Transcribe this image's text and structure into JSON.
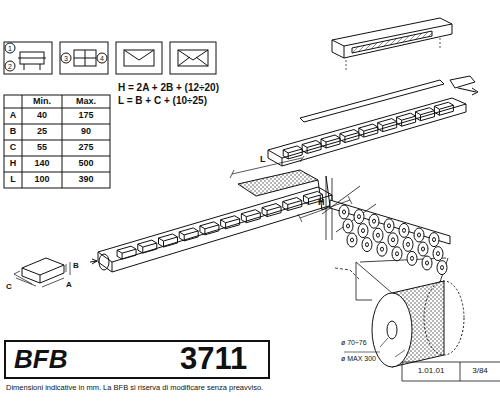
{
  "diagram": {
    "labels": [
      "1",
      "2",
      "3",
      "4",
      "Min.",
      "Max.",
      "A",
      "40",
      "175",
      "B",
      "25",
      "90",
      "C",
      "55",
      "275",
      "H",
      "140",
      "500",
      "L",
      "100",
      "390",
      "H = 2A + 2B + (12÷20)",
      "L = B + C + (10÷25)",
      "B",
      "C",
      "A",
      "L",
      "H",
      "ø 70÷76",
      "ø MAX 300",
      "BFB",
      "3711",
      "Dimensioni indicative in mm. La BFB si riserva di modificare senza preavviso.",
      "1.01.01",
      "3/84"
    ]
  }
}
